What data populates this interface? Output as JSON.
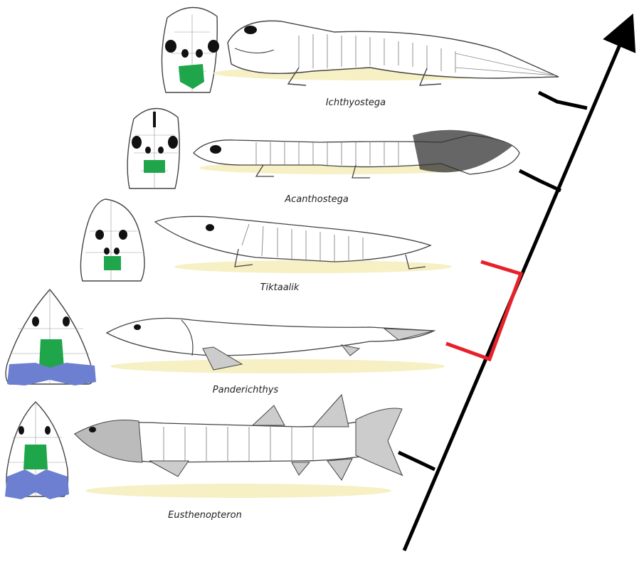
{
  "taxa": [
    {
      "name": "Ichthyostega"
    },
    {
      "name": "Acanthostega"
    },
    {
      "name": "Tiktaalik"
    },
    {
      "name": "Panderichthys"
    },
    {
      "name": "Eusthenopteron"
    }
  ],
  "colors": {
    "axis": "#000000",
    "highlight_bracket": "#e8202a",
    "skull_bone_green": "#1fa64a",
    "skull_bone_blue": "#6c7fd0",
    "ground_shadow": "#f6f0c4",
    "outline": "#444444"
  }
}
